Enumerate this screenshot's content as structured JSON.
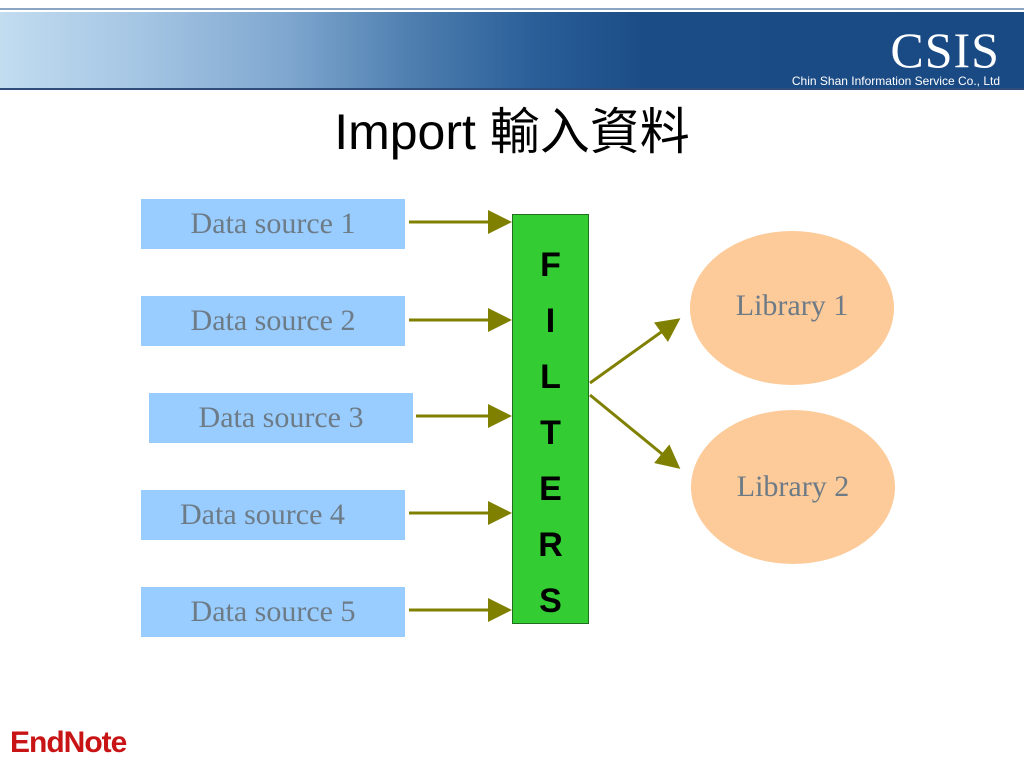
{
  "header": {
    "brand": "CSIS",
    "company": "Chin Shan Information Service Co., Ltd"
  },
  "title": "Import 輸入資料",
  "sources": [
    "Data source 1",
    "Data source 2",
    "Data source 3",
    "Data source 4",
    "Data source 5"
  ],
  "filter": {
    "letters": [
      "F",
      "I",
      "L",
      "T",
      "E",
      "R",
      "S"
    ]
  },
  "libraries": [
    "Library 1",
    "Library 2"
  ],
  "footer": {
    "logo_text": "EndNote"
  },
  "colors": {
    "source_fill": "#99ccff",
    "filter_fill": "#33cc33",
    "library_fill": "#fdca99",
    "arrow": "#808000",
    "logo": "#c81414"
  },
  "icons": {
    "arrow": "arrow-right-icon",
    "logo": "endnote-logo"
  }
}
